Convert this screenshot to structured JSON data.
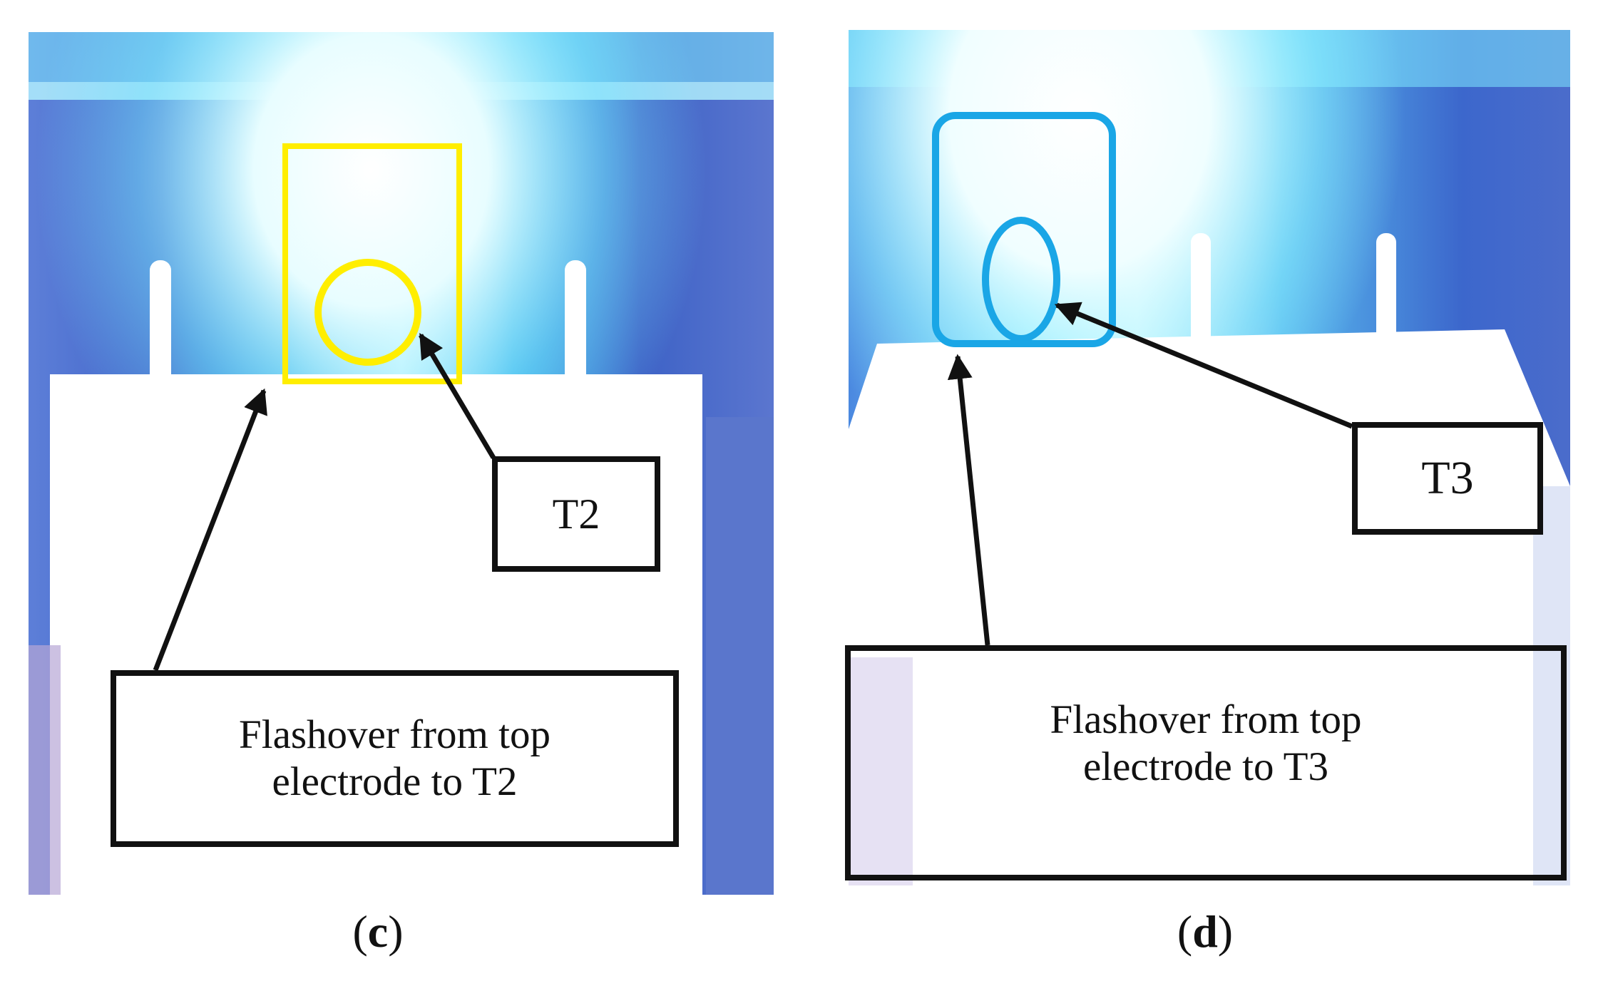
{
  "panels": [
    {
      "id": "c",
      "label_open": "(",
      "label_letter": "c",
      "label_close": ")",
      "terminal_label": "T2",
      "caption_line1": "Flashover from top",
      "caption_line2": "electrode to T2",
      "highlight_color": "#ffee00"
    },
    {
      "id": "d",
      "label_open": "(",
      "label_letter": "d",
      "label_close": ")",
      "terminal_label": "T3",
      "caption_line1": "Flashover from top",
      "caption_line2": "electrode to T3",
      "highlight_color": "#1aa6e6"
    }
  ],
  "colors": {
    "background_blue": "#3e63c9",
    "glow_cyan": "#7fe9ff",
    "arrow": "#111111"
  }
}
